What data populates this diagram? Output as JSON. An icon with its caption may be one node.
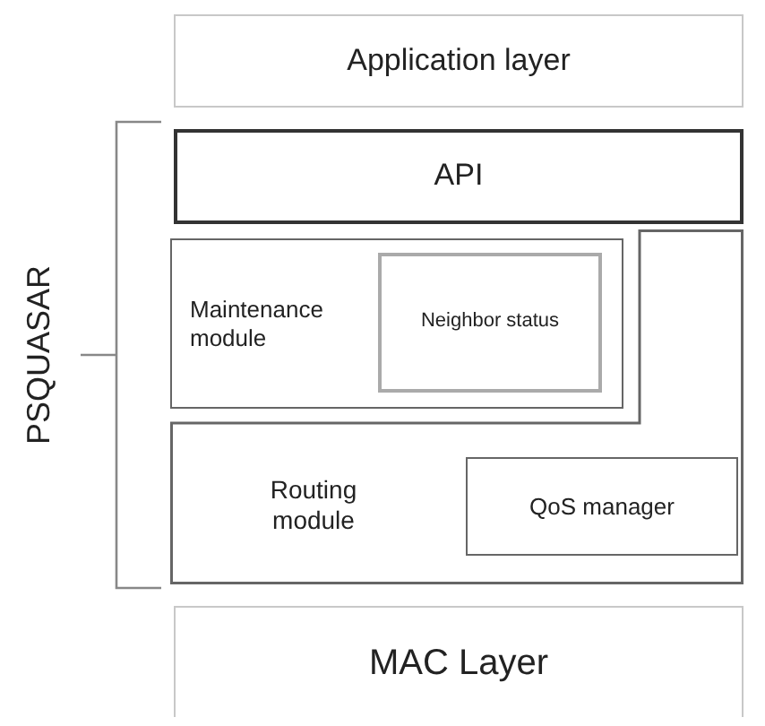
{
  "diagram": {
    "nodes": [
      {
        "text": [
          "Application layer"
        ]
      },
      {
        "text": [
          "API"
        ]
      },
      {
        "text": [
          "Maintenance module"
        ]
      },
      {
        "text": [
          "Neighbor status"
        ],
        "in": 2
      },
      {
        "text": [
          "Routing module"
        ]
      },
      {
        "text": [
          "QoS manager"
        ],
        "in": 4
      },
      {
        "text": [
          "MAC Layer"
        ]
      }
    ],
    "labels": [
      "PSQUASAR"
    ]
  }
}
